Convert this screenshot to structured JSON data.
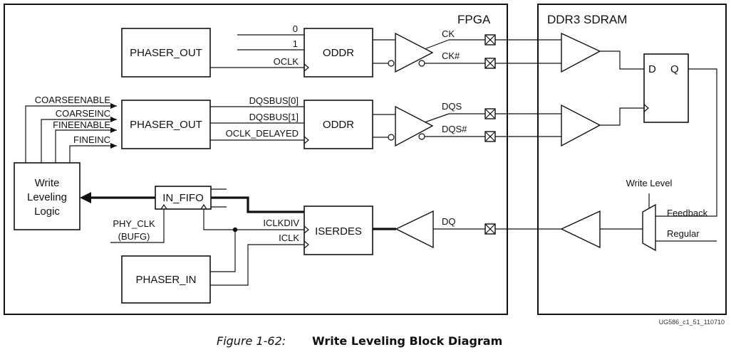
{
  "regions": {
    "fpga": "FPGA",
    "sdram": "DDR3 SDRAM"
  },
  "blocks": {
    "phaser_out_1": "PHASER_OUT",
    "phaser_out_2": "PHASER_OUT",
    "phaser_in": "PHASER_IN",
    "oddr_1": "ODDR",
    "oddr_2": "ODDR",
    "iserdes": "ISERDES",
    "in_fifo": "IN_FIFO",
    "write_leveling_logic": [
      "Write",
      "Leveling",
      "Logic"
    ],
    "flipflop_d": "D",
    "flipflop_q": "Q"
  },
  "signals": {
    "zero": "0",
    "one": "1",
    "oclk": "OCLK",
    "ck": "CK",
    "ck_n": "CK#",
    "coarseenable": "COARSEENABLE",
    "coarseinc": "COARSEINC",
    "fineenable": "FINEENABLE",
    "fineinc": "FINEINC",
    "dqsbus0": "DQSBUS[0]",
    "dqsbus1": "DQSBUS[1]",
    "oclk_delayed": "OCLK_DELAYED",
    "dqs": "DQS",
    "dqs_n": "DQS#",
    "phy_clk": "PHY_CLK",
    "bufg": "(BUFG)",
    "iclkdiv": "ICLKDIV",
    "iclk": "ICLK",
    "dq": "DQ",
    "write_level": "Write Level",
    "feedback": "Feedback",
    "regular": "Regular"
  },
  "figure_id": "UG586_c1_51_110710",
  "caption": {
    "number": "Figure 1-62:",
    "title": "Write Leveling Block Diagram"
  }
}
